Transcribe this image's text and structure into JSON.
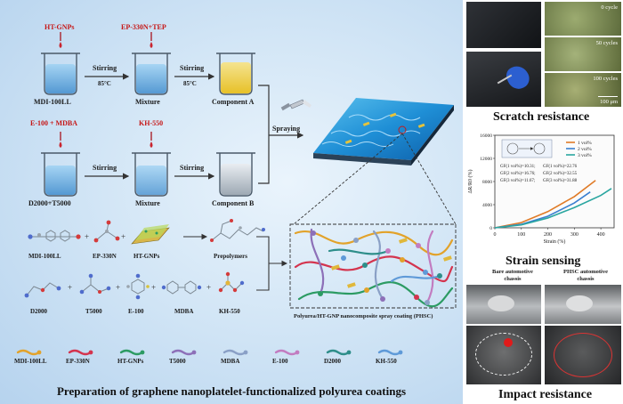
{
  "caption": "Preparation of graphene nanoplatelet-functionalized polyurea coatings",
  "flow": {
    "ht_gnps": "HT-GNPs",
    "mdi_100ll": "MDI-100LL",
    "stirring": "Stirring",
    "temp": "85°C",
    "ep_tep": "EP-330N+TEP",
    "mixture": "Mixture",
    "component_a": "Component A",
    "e100_mdba": "E-100 + MDBA",
    "d2000_t5000": "D2000+T5000",
    "kh550": "KH-550",
    "component_b": "Component B",
    "spraying": "Spraying"
  },
  "chem": {
    "mdi_100ll": "MDI-100LL",
    "ep_330n": "EP-330N",
    "ht_gnps": "HT-GNPs",
    "prepolymers": "Prepolymers",
    "d2000": "D2000",
    "t5000": "T5000",
    "e100": "E-100",
    "mdba": "MDBA",
    "kh550": "KH-550",
    "phsc_label": "Polyurea/HT-GNP nanocomposite spray coating (PHSC)"
  },
  "legend": [
    "MDI-100LL",
    "EP-330N",
    "HT-GNPs",
    "T5000",
    "MDBA",
    "E-100",
    "D2000",
    "KH-550"
  ],
  "legend_colors": [
    "#e2a22a",
    "#d4344e",
    "#2c9b63",
    "#8d70b8",
    "#8aa0c6",
    "#c27cc0",
    "#2e8e8a",
    "#5f9ad8"
  ],
  "scratch": {
    "title": "Scratch resistance",
    "cycles": [
      "0 cycle",
      "50 cycles",
      "100 cycles"
    ],
    "scale": "100 μm"
  },
  "strain": {
    "title": "Strain sensing",
    "legend": [
      "1 vol%",
      "2 vol%",
      "3 vol%"
    ],
    "gf": [
      "GF(1 vol%)=10.31;",
      "GF(1 vol%)=22.76",
      "GF(2 vol%)=16.76;",
      "GF(2 vol%)=32.55",
      "GF(3 vol%)=11.67;",
      "GF(3 vol%)=31.88"
    ],
    "xlabel": "Strain (%)",
    "ylabel": "ΔR/R0 (%)"
  },
  "chart_data": {
    "type": "line",
    "xlabel": "Strain (%)",
    "ylabel": "ΔR/R0 (%)",
    "xlim": [
      0,
      450
    ],
    "ylim": [
      0,
      16000
    ],
    "x_ticks": [
      0,
      100,
      200,
      300,
      400
    ],
    "y_ticks": [
      0,
      4000,
      8000,
      12000,
      16000
    ],
    "series": [
      {
        "name": "1 vol%",
        "x": [
          0,
          100,
          200,
          300,
          380
        ],
        "y": [
          0,
          900,
          2800,
          5400,
          8200
        ]
      },
      {
        "name": "2 vol%",
        "x": [
          0,
          100,
          200,
          300,
          360
        ],
        "y": [
          0,
          600,
          2000,
          4300,
          6200
        ]
      },
      {
        "name": "3 vol%",
        "x": [
          0,
          100,
          200,
          300,
          400,
          440
        ],
        "y": [
          0,
          500,
          1700,
          3500,
          5600,
          6800
        ]
      }
    ]
  },
  "impact": {
    "title": "Impact resistance",
    "bare_label": "Bare automotive chassis",
    "phsc_label": "PHSC automotive chassis"
  }
}
